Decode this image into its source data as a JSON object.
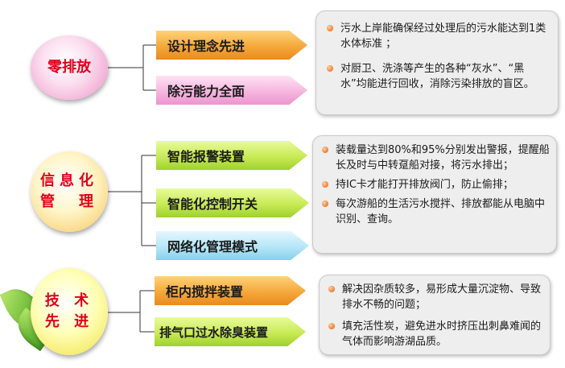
{
  "groups": [
    {
      "title_lines": [
        "零排放"
      ],
      "arrows": [
        "设计理念先进",
        "除污能力全面"
      ],
      "descriptions": [
        "污水上岸能确保经过处理后的污水能达到1类水体标准 ；",
        "对厨卫、洗涤等产生的各种“灰水”、“黑水”均能进行回收，消除污染排放的盲区。"
      ]
    },
    {
      "title_lines": [
        "信息化",
        "管　理"
      ],
      "arrows": [
        "智能报警装置",
        "智能化控制开关",
        "网络化管理模式"
      ],
      "descriptions": [
        "装载量达到80%和95%分别发出警报，提醒船长及时与中转趸船对接，将污水排出；",
        "持IC卡才能打开排放阀门，防止偷排；",
        "每次游船的生活污水搅拌、排放都能从电脑中识别、查询。"
      ]
    },
    {
      "title_lines": [
        "技 术",
        "先 进"
      ],
      "arrows": [
        "柜内搅拌装置",
        "排气口过水除臭装置"
      ],
      "descriptions": [
        "解决因杂质较多，易形成大量沉淀物、导致排水不畅的问题；",
        "填充活性炭，避免进水时挤压出刺鼻难闻的气体而影响游湖品质。"
      ]
    }
  ],
  "colors": {
    "title_text": "#e0001b",
    "arrow_orange": "#f5a83a",
    "arrow_pink": "#f6b6df",
    "arrow_green": "#c8ea55",
    "arrow_cyan": "#b5e6f7",
    "bullet": "#f07a2c",
    "box_bg": "#eeeeee"
  }
}
